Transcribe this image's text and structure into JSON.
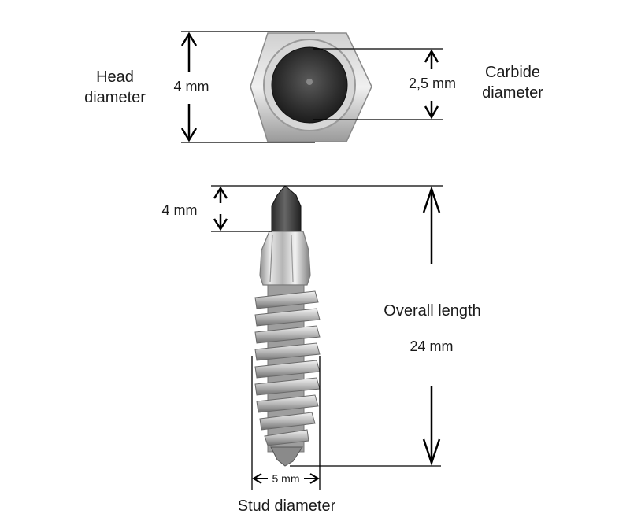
{
  "labels": {
    "head_line1": "Head",
    "head_line2": "diameter",
    "head_value": "4 mm",
    "carbide_line1": "Carbide",
    "carbide_line2": "diameter",
    "carbide_value": "2,5 mm",
    "tip_value": "4 mm",
    "overall_title": "Overall length",
    "overall_value": "24 mm",
    "stud_value": "5 mm",
    "stud_title": "Stud diameter"
  },
  "colors": {
    "line": "#000000",
    "text": "#1a1a1a",
    "metal": "#c9c9c9",
    "carbide": "#3a3a3a"
  }
}
